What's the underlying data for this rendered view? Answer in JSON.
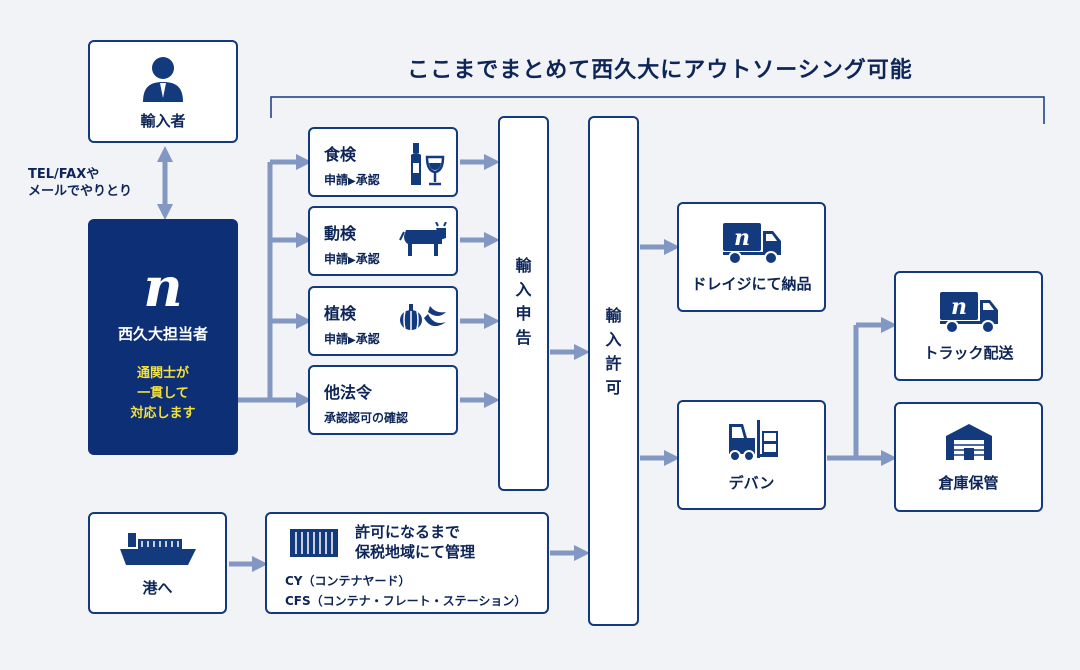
{
  "headline": "ここまでまとめて西久大にアウトソーシング可能",
  "importer": {
    "label": "輸入者",
    "icon": "person-icon"
  },
  "contact_note": {
    "line1": "TEL/FAXや",
    "line2": "メールでやりとり"
  },
  "agent": {
    "logo_text": "n",
    "name": "西久大担当者",
    "highlight_lines": [
      "通関士が",
      "一貫して",
      "対応します"
    ],
    "highlight_color": "#f2e03c",
    "bg_color": "#0d2f75"
  },
  "inspections": [
    {
      "title": "食検",
      "sub1": "申請",
      "sub2": "承認",
      "icon": "wine-icon"
    },
    {
      "title": "動検",
      "sub1": "申請",
      "sub2": "承認",
      "icon": "cow-icon"
    },
    {
      "title": "植検",
      "sub1": "申請",
      "sub2": "承認",
      "icon": "fruit-icon"
    },
    {
      "title": "他法令",
      "sub_full": "承認認可の確認"
    }
  ],
  "import_declaration": [
    "輸",
    "入",
    "申",
    "告"
  ],
  "import_permit": [
    "輸",
    "入",
    "許",
    "可"
  ],
  "drayage": {
    "label": "ドレイジにて納品",
    "icon": "truck-icon"
  },
  "devan": {
    "label": "デバン",
    "icon": "forklift-icon"
  },
  "truck_delivery": {
    "label": "トラック配送",
    "icon": "truck-icon"
  },
  "warehouse": {
    "label": "倉庫保管",
    "icon": "warehouse-icon"
  },
  "port": {
    "label": "港へ",
    "icon": "ship-icon"
  },
  "bonded": {
    "title1": "許可になるまで",
    "title2": "保税地域にて管理",
    "cy": "CY（コンテナヤード）",
    "cfs": "CFS（コンテナ・フレート・ステーション）",
    "icon": "container-icon"
  },
  "colors": {
    "navy": "#123a7d",
    "arrow": "#8297c2",
    "bg": "#f1f3f7"
  }
}
